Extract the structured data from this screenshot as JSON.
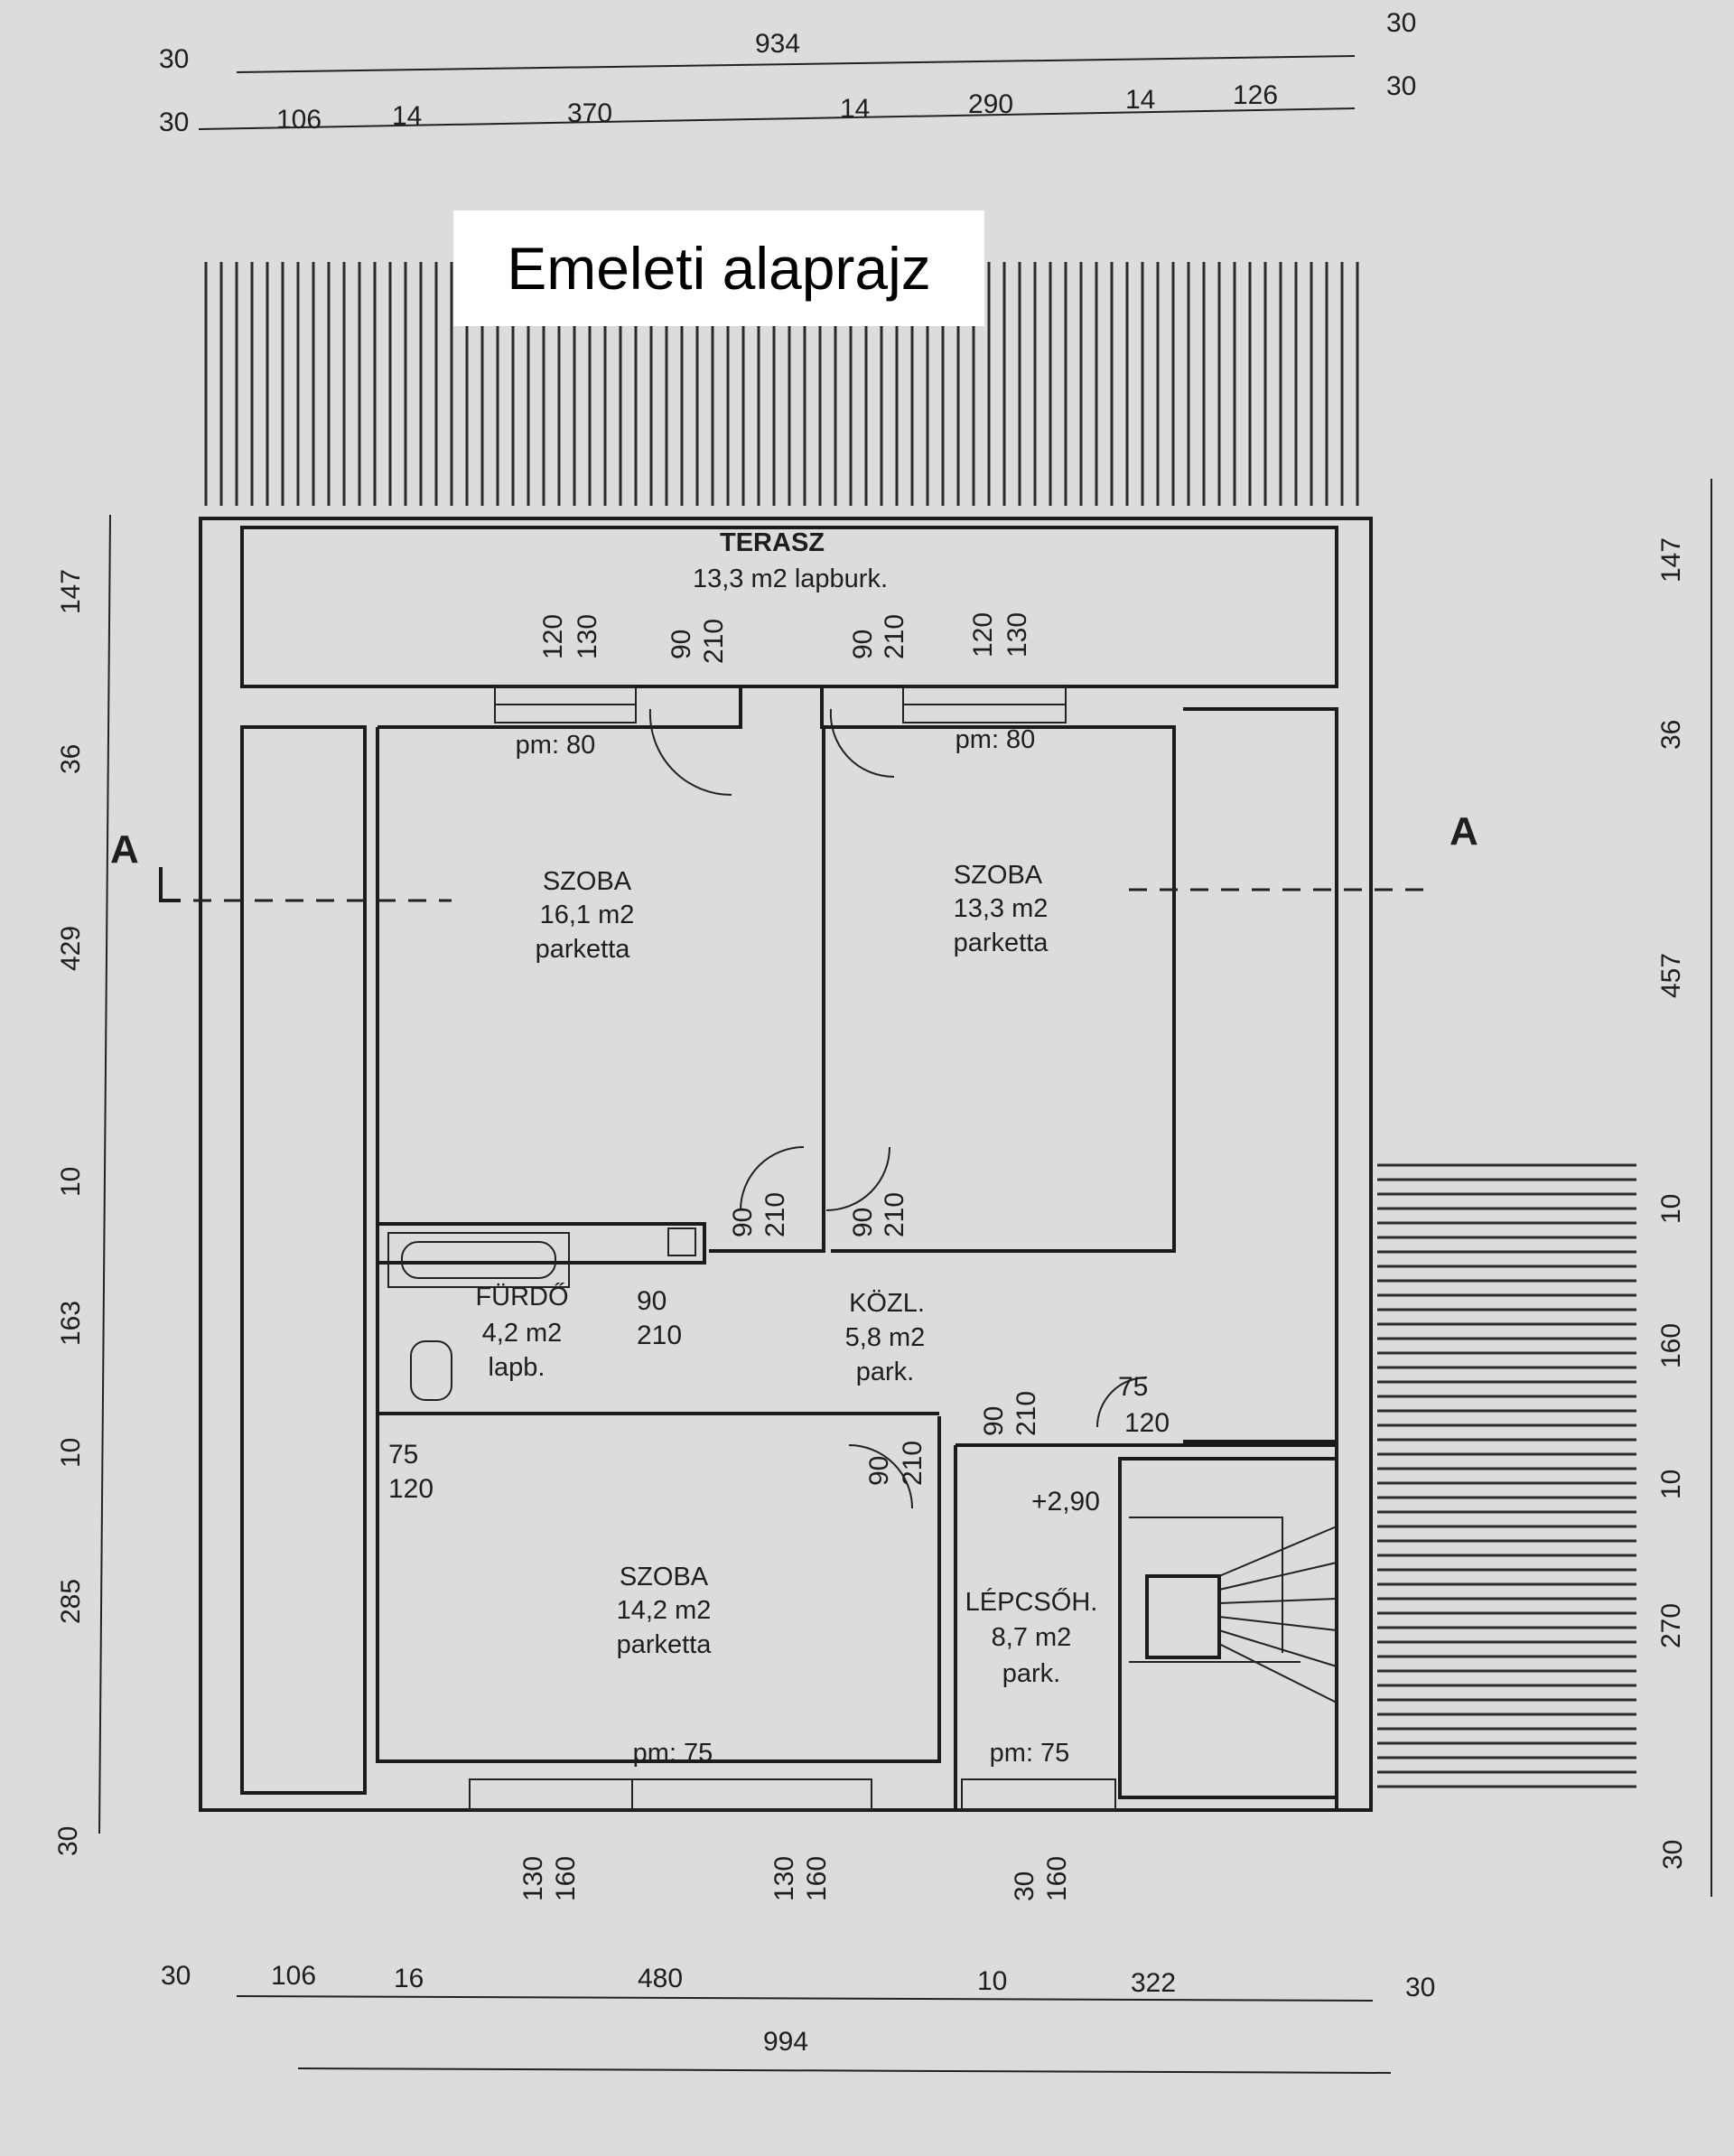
{
  "title": "Emeleti alaprajz",
  "top_dimensions": {
    "total": "934",
    "row1": [
      "30",
      "30"
    ],
    "row2": [
      "30",
      "106",
      "14",
      "370",
      "14",
      "290",
      "14",
      "126",
      "30"
    ]
  },
  "bottom_dimensions": {
    "total": "994",
    "row": [
      "30",
      "106",
      "16",
      "480",
      "10",
      "322",
      "30"
    ]
  },
  "left_dimensions": [
    "147",
    "36",
    "429",
    "10",
    "163",
    "10",
    "285",
    "30"
  ],
  "right_dimensions": [
    "147",
    "36",
    "457",
    "10",
    "160",
    "10",
    "270",
    "30"
  ],
  "section_marks": [
    "A",
    "A"
  ],
  "rooms": [
    {
      "name": "TERASZ",
      "area": "13,3 m2 lapburk.",
      "finish": ""
    },
    {
      "name": "SZOBA",
      "area": "16,1 m2",
      "finish": "parketta"
    },
    {
      "name": "SZOBA",
      "area": "13,3 m2",
      "finish": "parketta"
    },
    {
      "name": "FÜRDŐ",
      "area": "4,2 m2",
      "finish": "lapb."
    },
    {
      "name": "KÖZL.",
      "area": "5,8 m2",
      "finish": "park."
    },
    {
      "name": "SZOBA",
      "area": "14,2 m2",
      "finish": "parketta"
    },
    {
      "name": "LÉPCSŐH.",
      "area": "8,7 m2",
      "finish": "park."
    }
  ],
  "sill_heights": [
    "pm: 80",
    "pm: 80",
    "pm: 75",
    "pm: 75"
  ],
  "openings": {
    "terrace_window_left": [
      "120",
      "130"
    ],
    "terrace_door_left": [
      "90",
      "210"
    ],
    "terrace_door_right": [
      "90",
      "210"
    ],
    "terrace_window_right": [
      "120",
      "130"
    ],
    "room_door_left": [
      "90",
      "210"
    ],
    "room_door_right": [
      "90",
      "210"
    ],
    "bath_door": [
      "90",
      "210"
    ],
    "bath_window": [
      "75",
      "120"
    ],
    "stair_window": [
      "75",
      "120"
    ],
    "hall_door": [
      "90",
      "210"
    ],
    "stair_door": [
      "90",
      "210"
    ],
    "bottom_window_left": [
      "130",
      "160"
    ],
    "bottom_window_mid": [
      "130",
      "160"
    ],
    "bottom_window_right": [
      "30",
      "160"
    ]
  },
  "level": "+2,90"
}
